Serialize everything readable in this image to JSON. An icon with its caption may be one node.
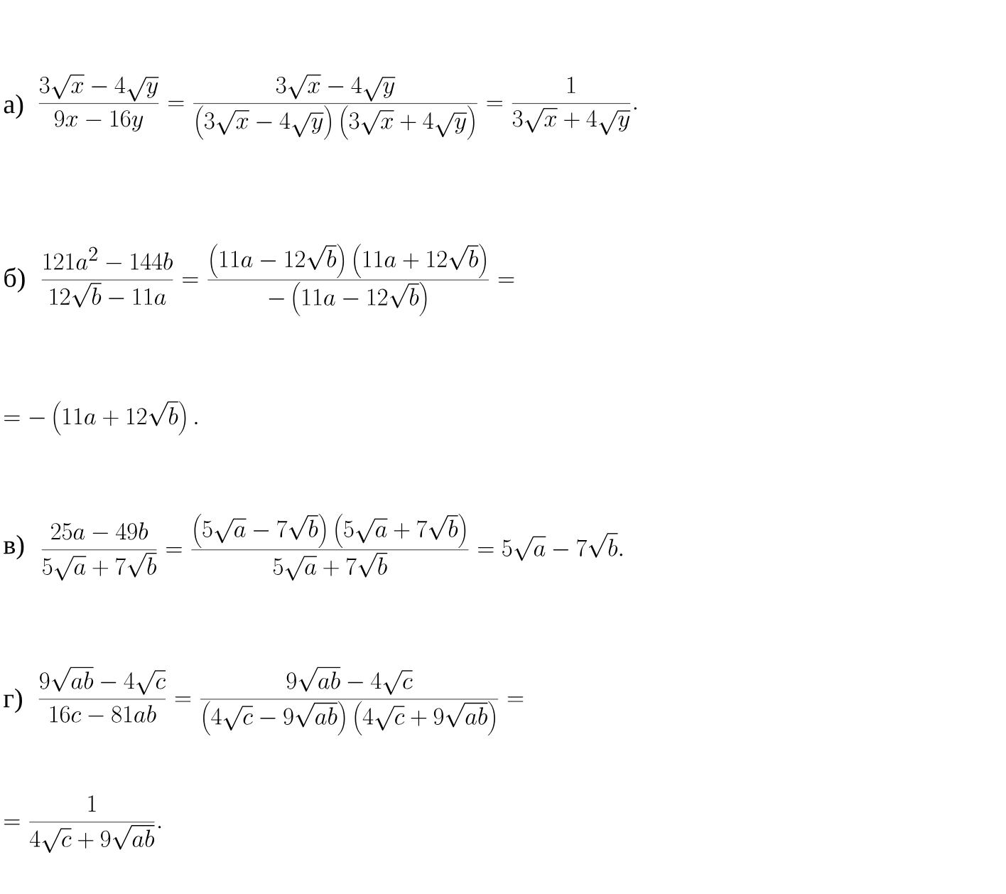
{
  "diagram": {
    "labels": [
      "а)",
      "\\frac{3\\sqrt{x}-4\\sqrt{y}}{9x-16y}=\\frac{3\\sqrt{x}-4\\sqrt{y}}{\\left(3\\sqrt{x}-4\\sqrt{y}\\right)\\left(3\\sqrt{x}+4\\sqrt{y}\\right)}=\\frac{1}{3\\sqrt{x}+4\\sqrt{y}}.",
      "б)",
      "\\frac{121a^2-144b}{12\\sqrt{b}-11a}=\\frac{\\left(11a-12\\sqrt{b}\\right)\\left(11a+12\\sqrt{b}\\right)}{-\\left(11a-12\\sqrt{b}\\right)}=",
      "=-\\left(11a+12\\sqrt{b}\\right).",
      "в)",
      "\\frac{25a-49b}{5\\sqrt{a}+7\\sqrt{b}}=\\frac{\\left(5\\sqrt{a}-7\\sqrt{b}\\right)\\left(5\\sqrt{a}+7\\sqrt{b}\\right)}{5\\sqrt{a}+7\\sqrt{b}}=5\\sqrt{a}-7\\sqrt{b}.",
      "г)",
      "\\frac{9\\sqrt{ab}-4\\sqrt{c}}{16c-81ab}=\\frac{9\\sqrt{ab}-4\\sqrt{c}}{\\left(4\\sqrt{c}-9\\sqrt{ab}\\right)\\left(4\\sqrt{c}+9\\sqrt{ab}\\right)}=",
      "=\\frac{1}{4\\sqrt{c}+9\\sqrt{ab}}."
    ]
  }
}
